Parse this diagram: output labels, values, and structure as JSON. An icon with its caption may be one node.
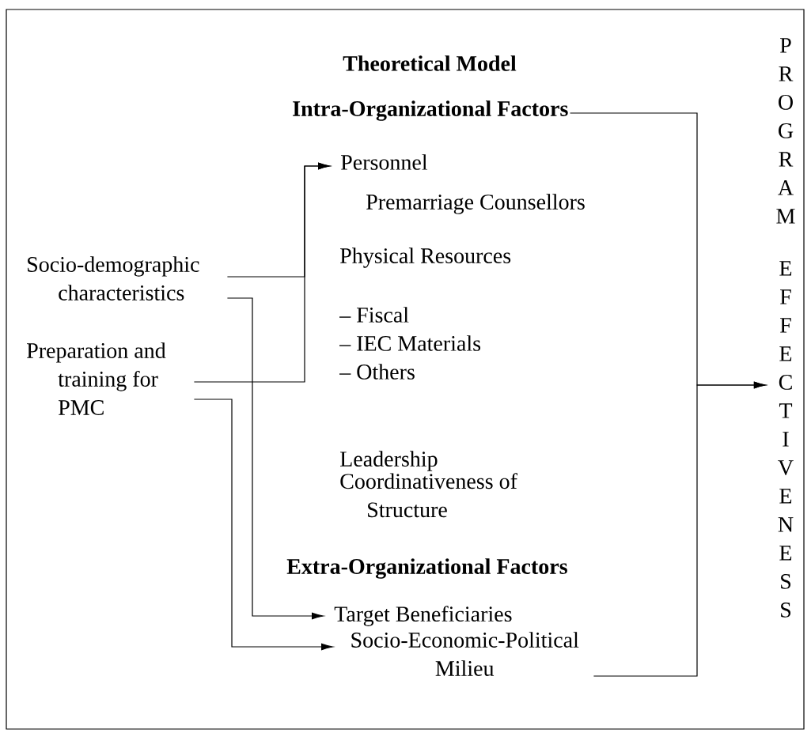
{
  "diagram": {
    "title": "Theoretical Model",
    "nodes": [
      {
        "text": [
          "Socio-demographic characteristics"
        ]
      },
      {
        "text": [
          "Preparation and training for PMC"
        ]
      },
      {
        "text": [
          "Intra-Organizational Factors"
        ]
      },
      {
        "text": [
          "Personnel"
        ]
      },
      {
        "text": [
          "Target Beneficiaries"
        ]
      },
      {
        "text": [
          "Socio-Economic-Political Milieu"
        ]
      },
      {
        "text": [
          "PROGRAM EFFECTIVENESS"
        ]
      }
    ],
    "edges": [
      {
        "from": 0,
        "to": 3,
        "arrow": "to"
      },
      {
        "from": 1,
        "to": 3,
        "arrow": "to"
      },
      {
        "from": 0,
        "to": 4,
        "arrow": "to"
      },
      {
        "from": 1,
        "to": 5,
        "arrow": "to"
      },
      {
        "from": 2,
        "to": 6,
        "arrow": "to"
      },
      {
        "from": 5,
        "to": 6,
        "arrow": "to"
      }
    ],
    "labels": [
      "Premarriage Counsellors",
      "Physical Resources",
      "– Fiscal",
      "– IEC Materials",
      "– Others",
      "Leadership",
      "Coordinativeness of Structure",
      "Extra-Organizational Factors"
    ]
  }
}
